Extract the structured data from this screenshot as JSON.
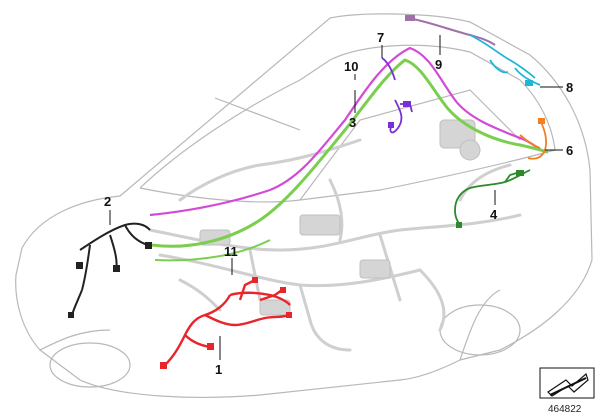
{
  "callouts": [
    {
      "id": "1",
      "label": "1"
    },
    {
      "id": "2",
      "label": "2"
    },
    {
      "id": "3",
      "label": "3"
    },
    {
      "id": "4",
      "label": "4"
    },
    {
      "id": "6",
      "label": "6"
    },
    {
      "id": "7",
      "label": "7"
    },
    {
      "id": "8",
      "label": "8"
    },
    {
      "id": "9",
      "label": "9"
    },
    {
      "id": "10",
      "label": "10"
    },
    {
      "id": "11",
      "label": "11"
    }
  ],
  "reference_number": "464822",
  "colors": {
    "body_outline": "#b8b8b8",
    "harness_gray": "#c8c8c8",
    "harness_1": "#e8252b",
    "harness_2": "#222222",
    "harness_3_10": "#d24bd6",
    "harness_green": "#7ccf4e",
    "harness_4": "#2c8a2c",
    "harness_6": "#f08020",
    "harness_7": "#7a2fd6",
    "harness_8": "#1fb6d6",
    "harness_9": "#a070a8"
  },
  "icons": {
    "view_indicator": "arrow-view-icon"
  }
}
